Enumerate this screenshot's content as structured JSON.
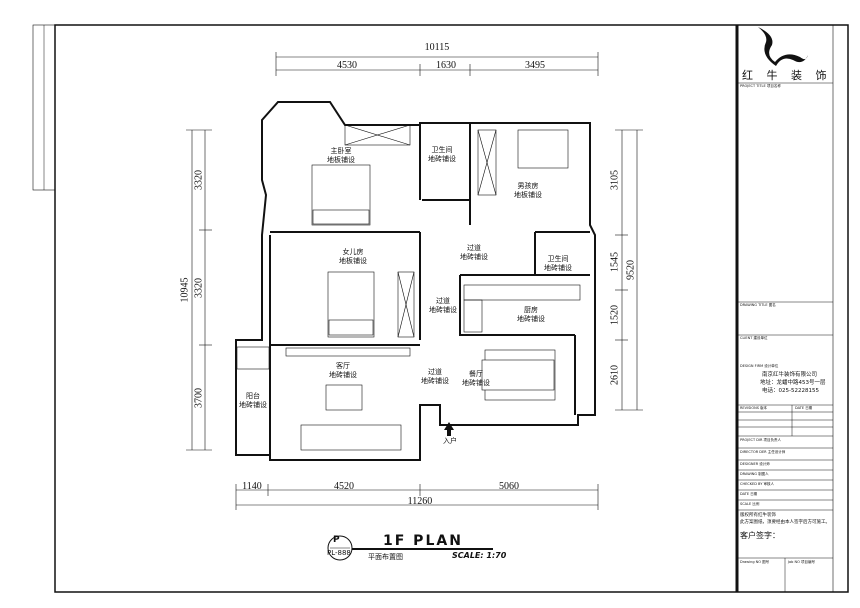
{
  "plan": {
    "title": "1F PLAN",
    "subtitle": "平面布置图",
    "scale": "SCALE: 1:70",
    "marker_letter": "P",
    "marker_code": "PL-888",
    "entrance": "入户"
  },
  "rooms": [
    {
      "name": "主卧室",
      "floor": "地板铺设"
    },
    {
      "name": "卫生间",
      "floor": "地砖铺设"
    },
    {
      "name": "男孩房",
      "floor": "地板铺设"
    },
    {
      "name": "女儿房",
      "floor": "地板铺设"
    },
    {
      "name": "过道",
      "floor": "地砖铺设"
    },
    {
      "name": "卫生间",
      "floor": "地砖铺设"
    },
    {
      "name": "过道",
      "floor": "地砖铺设"
    },
    {
      "name": "厨房",
      "floor": "地砖铺设"
    },
    {
      "name": "客厅",
      "floor": "地砖铺设"
    },
    {
      "name": "过道",
      "floor": "地砖铺设"
    },
    {
      "name": "餐厅",
      "floor": "地砖铺设"
    },
    {
      "name": "阳台",
      "floor": "地砖铺设"
    }
  ],
  "dimensions": {
    "top_total": "10115",
    "top": [
      "4530",
      "1630",
      "3495"
    ],
    "left_total": "10945",
    "left": [
      "3320",
      "3320",
      "3700"
    ],
    "right_total": "9520",
    "right": [
      "3105",
      "1545",
      "1520",
      "2610"
    ],
    "bottom_total": "11260",
    "bottom": [
      "1140",
      "4520",
      "5060"
    ]
  },
  "title_block": {
    "company_logo_text": "红 牛 装 饰",
    "project_title": "PROJECT TITLE 项目名称",
    "drawing_title": "DRAWING TITLE 图名",
    "client": "CLIENT 建设单位",
    "design_firm": "DESIGN FIRM 设计单位",
    "company": "南京红牛装饰有限公司",
    "address": "地址：龙蟠中路453号一层",
    "phone": "电话：025-52228155",
    "revisions": "REVISIONS 版本",
    "date_col": "DATE 日期",
    "rows": [
      "PROJECT DIR  项目负责人",
      "DIRECTOR DER 主任设计师",
      "DESIGNER  设计师",
      "DRAWING  制图人",
      "CHECKED BY  审核人",
      "DATE  日期",
      "SCALE  比例"
    ],
    "notice_1": "版权所有红牛装饰",
    "notice_2": "此方案图纸，须要经由本人签字后方可施工。",
    "signature": "客户签字：",
    "drawing_no": "Drawing NO 图号",
    "job_no": "Job NO 项目编号"
  },
  "colors": {
    "line": "#111111",
    "background": "#ffffff"
  }
}
